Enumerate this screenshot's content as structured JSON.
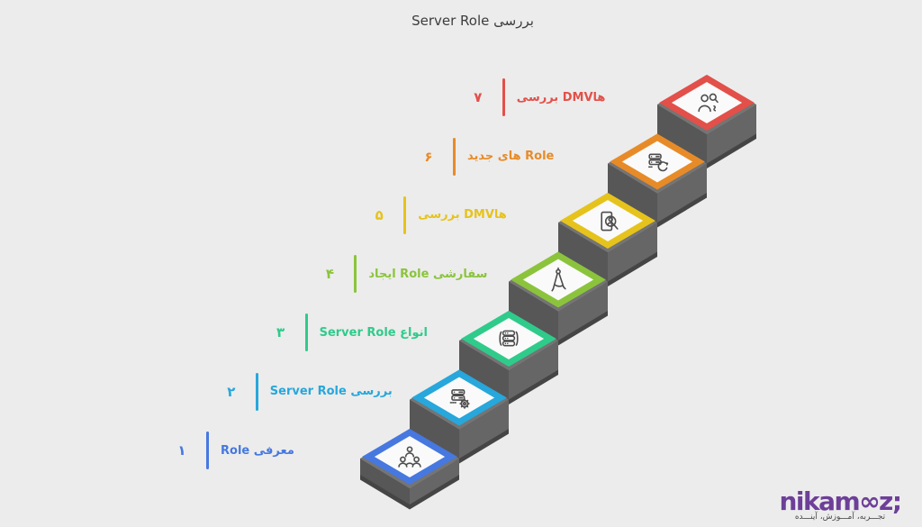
{
  "title": "بررسی Server Role",
  "steps": [
    {
      "n": 1,
      "num_fa": "۱",
      "label": "معرفی Role",
      "dir": "rtl",
      "color": "#4678e0",
      "icon": "team-network-icon"
    },
    {
      "n": 2,
      "num_fa": "۲",
      "label": "بررسی Server Role",
      "dir": "rtl",
      "color": "#27a7db",
      "icon": "server-gear-icon"
    },
    {
      "n": 3,
      "num_fa": "۳",
      "label": "انواع Server Role",
      "dir": "rtl",
      "color": "#2fcb8b",
      "icon": "database-stack-icon"
    },
    {
      "n": 4,
      "num_fa": "۴",
      "label": "ایجاد Role سفارشی",
      "dir": "ltr",
      "color": "#8bc43c",
      "icon": "drafting-compass-icon"
    },
    {
      "n": 5,
      "num_fa": "۵",
      "label": "بررسی DMVها",
      "dir": "ltr",
      "color": "#e6c31c",
      "icon": "user-audit-card-icon"
    },
    {
      "n": 6,
      "num_fa": "۶",
      "label": "Role های جدید",
      "dir": "rtl",
      "color": "#e78b28",
      "icon": "server-refresh-icon"
    },
    {
      "n": 7,
      "num_fa": "۷",
      "label": "بررسی DMVها",
      "dir": "ltr",
      "color": "#e25049",
      "icon": "user-search-icon"
    }
  ],
  "logo": {
    "wordmark": "nikam∞z;",
    "tagline": "تجـــربه، آمـــوزش، آینـــده",
    "color": "#6d3f98"
  },
  "colors": {
    "background": "#ececec",
    "slab": "#747474",
    "riser_left": "#575757",
    "riser_right": "#666666",
    "riser_lip": "#454545",
    "diamond_fill": "#fafafa",
    "icon_stroke": "#4d4d4d",
    "title": "#3d3d3d",
    "tagline": "#4a4a4a"
  }
}
